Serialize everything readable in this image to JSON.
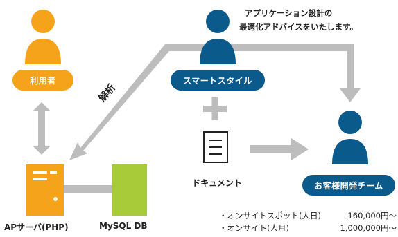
{
  "colors": {
    "orange": "#F5A31A",
    "blue": "#0B5A8C",
    "green": "#A8CB3A",
    "gray": "#BDBDBD",
    "text": "#222222"
  },
  "nodes": {
    "user": {
      "label": "利用者",
      "icon": "person-icon"
    },
    "smart_style": {
      "label": "スマートスタイル",
      "icon": "person-icon"
    },
    "client_team": {
      "label": "お客様開発チーム",
      "icon": "person-icon"
    },
    "document": {
      "label": "ドキュメント",
      "icon": "document-icon"
    },
    "ap_server": {
      "label": "APサーバ(PHP)",
      "icon": "server-icon"
    },
    "database": {
      "label": "MySQL DB",
      "icon": "database-block"
    }
  },
  "annotations": {
    "analysis": "解析",
    "advice_line1": "アプリケーション設計の",
    "advice_line2": "最適化アドバイスをいたします。"
  },
  "pricing": [
    {
      "label": "・オンサイトスポット(人日)",
      "price": "160,000円〜"
    },
    {
      "label": "・オンサイト(人月)",
      "price": "1,000,000円〜"
    }
  ],
  "operators": {
    "plus": "+"
  }
}
